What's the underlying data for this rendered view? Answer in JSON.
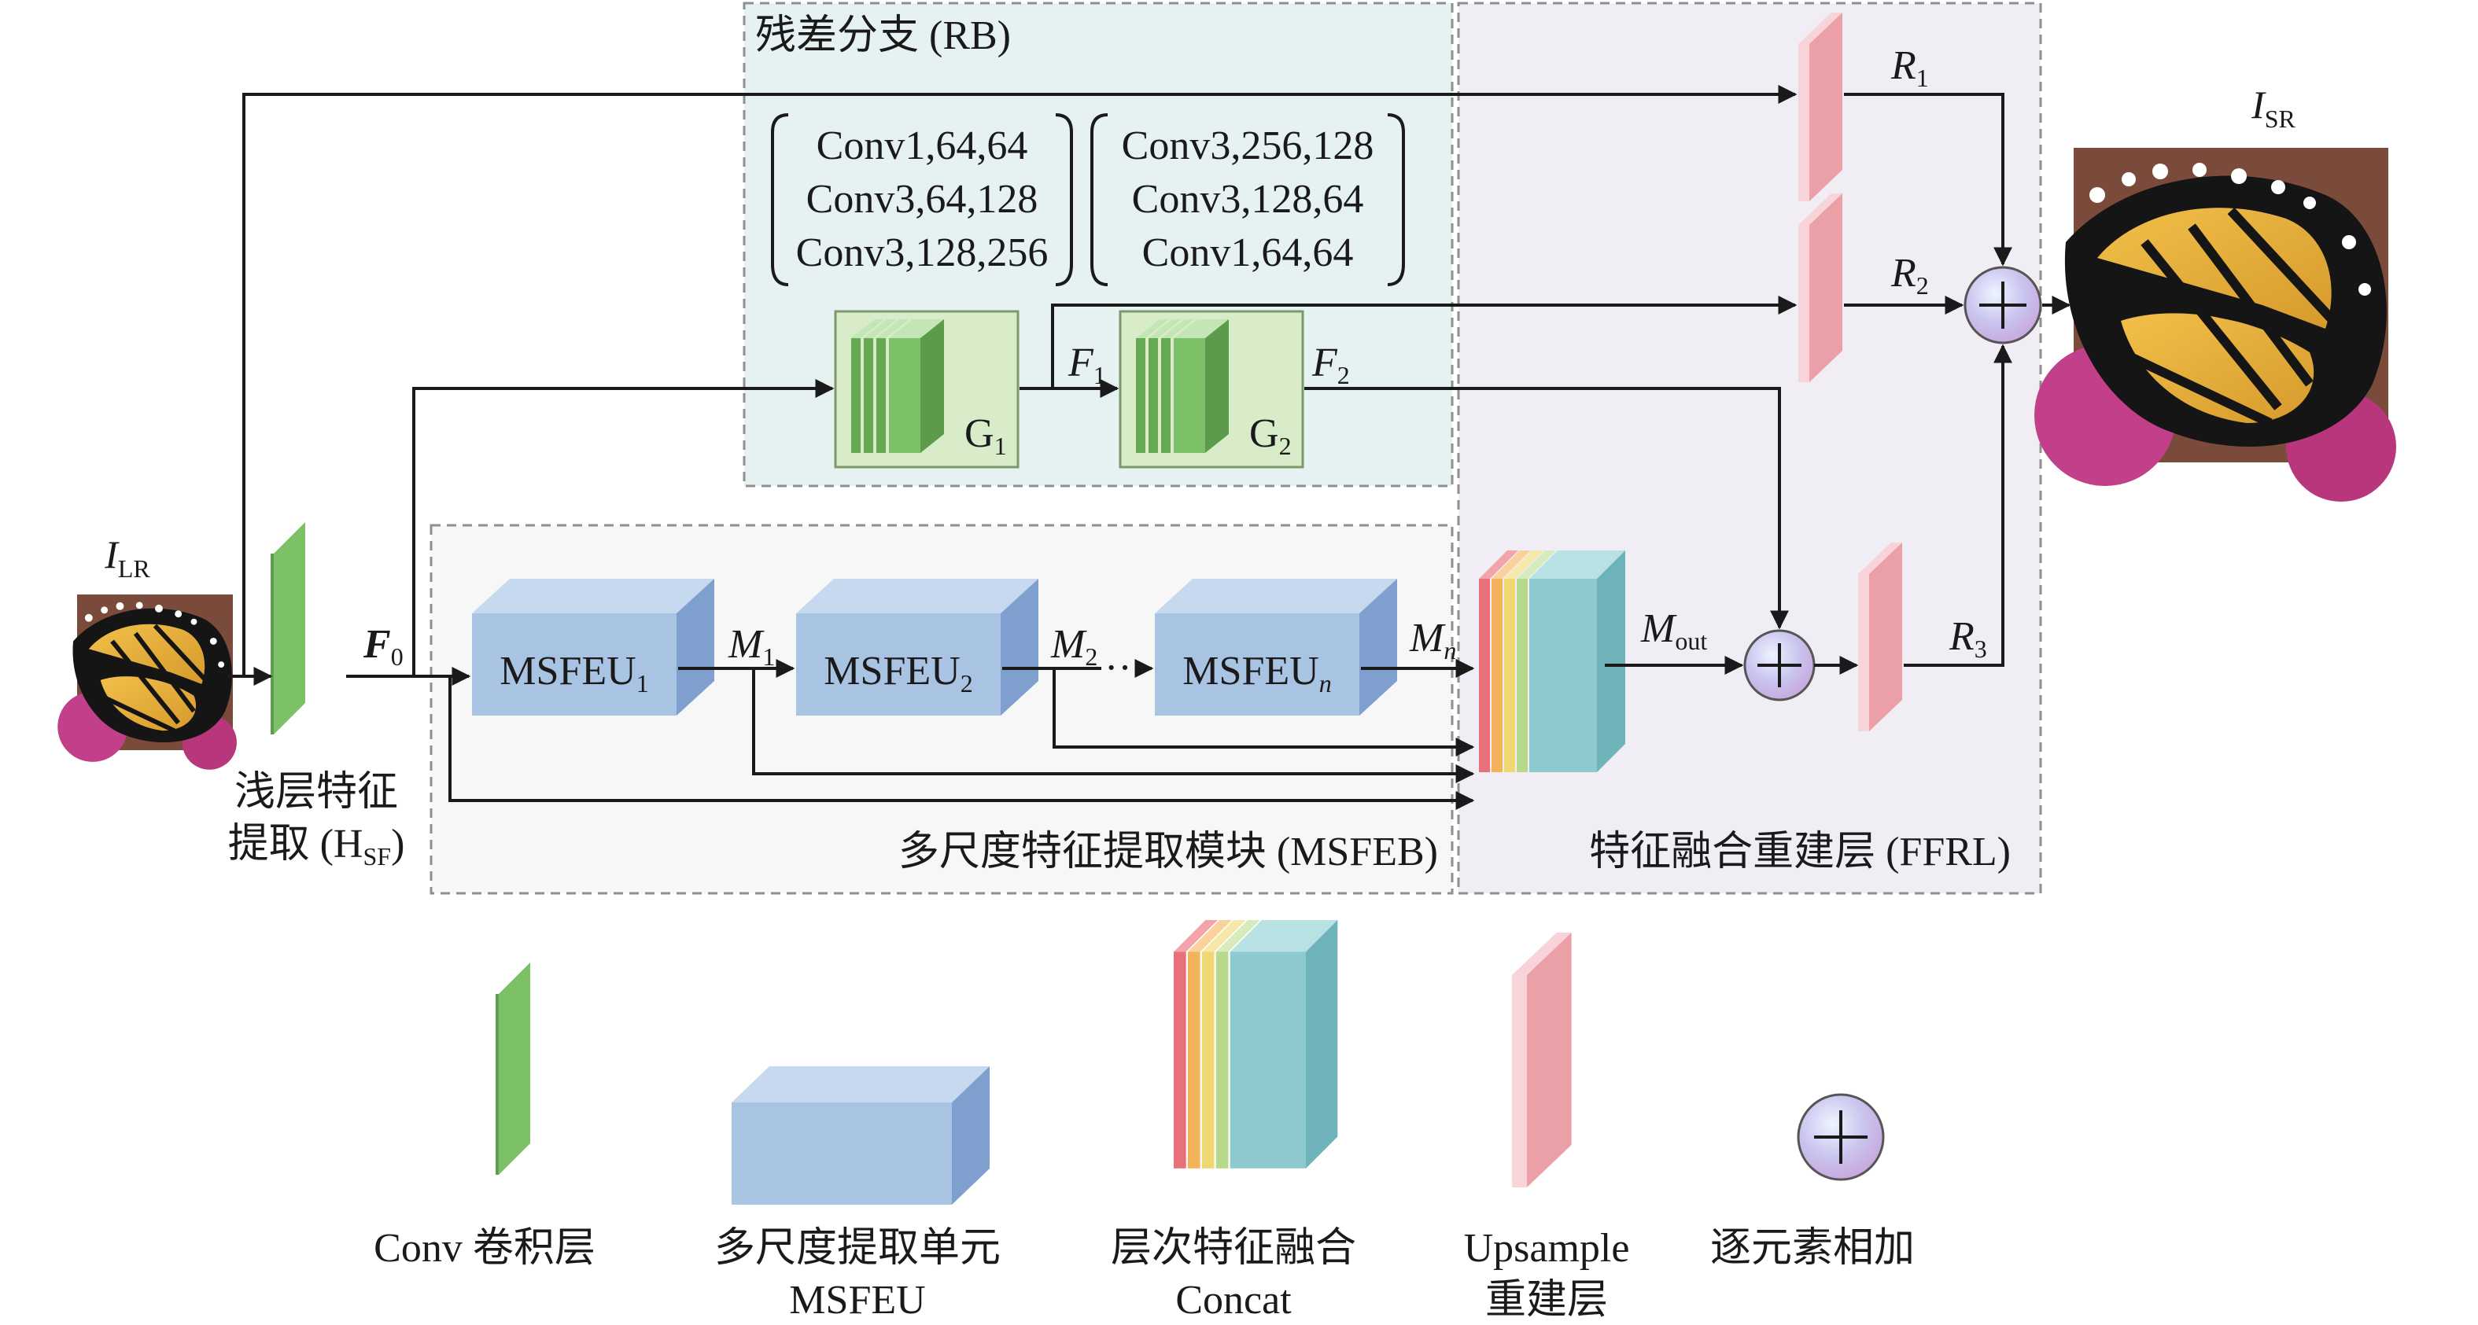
{
  "regions": {
    "rb_title": "残差分支 (RB)",
    "msfeb_title": "多尺度特征提取模块 (MSFEB)",
    "ffrl_title": "特征融合重建层 (FFRL)"
  },
  "conv_groups": {
    "g1_lines": [
      "Conv1,64,64",
      "Conv3,64,128",
      "Conv3,128,256"
    ],
    "g2_lines": [
      "Conv3,256,128",
      "Conv3,128,64",
      "Conv1,64,64"
    ]
  },
  "blocks": {
    "g1": {
      "base": "G",
      "sub": "1"
    },
    "g2": {
      "base": "G",
      "sub": "2"
    },
    "msfeu1": {
      "base": "MSFEU",
      "sub": "1"
    },
    "msfeu2": {
      "base": "MSFEU",
      "sub": "2"
    },
    "msfeun": {
      "base": "MSFEU",
      "sub": "n"
    },
    "dots": "···"
  },
  "signals": {
    "ilr": {
      "base": "I",
      "sub": "LR"
    },
    "isr": {
      "base": "I",
      "sub": "SR"
    },
    "f0": {
      "base": "F",
      "sub": "0"
    },
    "f1": {
      "base": "F",
      "sub": "1"
    },
    "f2": {
      "base": "F",
      "sub": "2"
    },
    "m1": {
      "base": "M",
      "sub": "1"
    },
    "m2": {
      "base": "M",
      "sub": "2"
    },
    "mn": {
      "base": "M",
      "sub": "n"
    },
    "mout": {
      "base": "M",
      "sub": "out"
    },
    "r1": {
      "base": "R",
      "sub": "1"
    },
    "r2": {
      "base": "R",
      "sub": "2"
    },
    "r3": {
      "base": "R",
      "sub": "3"
    }
  },
  "shallow": {
    "line1": "浅层特征",
    "line2_prefix": "提取 (H",
    "line2_sub": "SF",
    "line2_suffix": ")"
  },
  "legend": {
    "conv": "Conv 卷积层",
    "msfeu_line1": "多尺度提取单元",
    "msfeu_line2": "MSFEU",
    "concat_line1": "层次特征融合",
    "concat_line2": "Concat",
    "upsample_line1": "Upsample",
    "upsample_line2": "重建层",
    "add": "逐元素相加"
  },
  "colors": {
    "rb_bg": "#e6f1f1",
    "msfeb_bg": "#f7f7f7",
    "ffrl_bg": "#f1edf5",
    "conv_green": "#7cc068",
    "msfeu_blue": "#a9c3e3",
    "upsample_pink": "#eba0a8",
    "concat_stack": [
      "#e8707a",
      "#f3b35a",
      "#efd870",
      "#b8d98c",
      "#8dc9cf"
    ]
  }
}
